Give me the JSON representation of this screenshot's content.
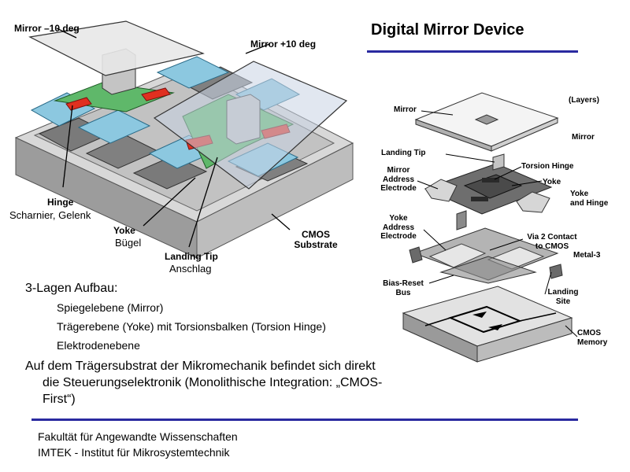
{
  "title": "Digital Mirror Device",
  "left_diagram": {
    "labels": {
      "mirror_minus": "Mirror –10 deg",
      "mirror_plus": "Mirror +10 deg",
      "hinge": "Hinge",
      "hinge_de": "Scharnier, Gelenk",
      "yoke": "Yoke",
      "yoke_de": "Bügel",
      "landing_tip": "Landing Tip",
      "landing_tip_de": "Anschlag",
      "cmos_l1": "CMOS",
      "cmos_l2": "Substrate"
    }
  },
  "right_diagram": {
    "labels": {
      "layers": "(Layers)",
      "mirror": "Mirror",
      "mirror_side": "Mirror",
      "landing_tip": "Landing Tip",
      "mirror_addr_l1": "Mirror",
      "mirror_addr_l2": "Address",
      "mirror_addr_l3": "Electrode",
      "torsion_hinge": "Torsion Hinge",
      "yoke": "Yoke",
      "yoke_hinge_l1": "Yoke",
      "yoke_hinge_l2": "and Hinge",
      "yoke_addr_l1": "Yoke",
      "yoke_addr_l2": "Address",
      "yoke_addr_l3": "Electrode",
      "via_l1": "Via 2 Contact",
      "via_l2": "to CMOS",
      "metal3": "Metal-3",
      "bias_l1": "Bias-Reset",
      "bias_l2": "Bus",
      "landing_site_l1": "Landing",
      "landing_site_l2": "Site",
      "cmos_mem_l1": "CMOS",
      "cmos_mem_l2": "Memory"
    }
  },
  "notes": {
    "heading": "3-Lagen Aufbau:",
    "items": [
      "Spiegelebene (Mirror)",
      "Trägerebene (Yoke) mit Torsionsbalken (Torsion Hinge)",
      "Elektrodenebene"
    ],
    "paragraph": "Auf dem Trägersubstrat der Mikromechanik befindet sich direkt die Steuerungselektronik (Monolithische Integration: „CMOS-First“)"
  },
  "footer": {
    "line1": "Fakultät für Angewandte Wissenschaften",
    "line2": "IMTEK - Institut für Mikrosystemtechnik"
  },
  "colors": {
    "rule": "#2a2aa0",
    "blue_electrode": "#8cc8e0",
    "green_yoke": "#5fb86a",
    "red_hinge": "#e03020",
    "gray_substrate": "#a8a8a8",
    "mirror_glass": "#c8d4e4"
  }
}
